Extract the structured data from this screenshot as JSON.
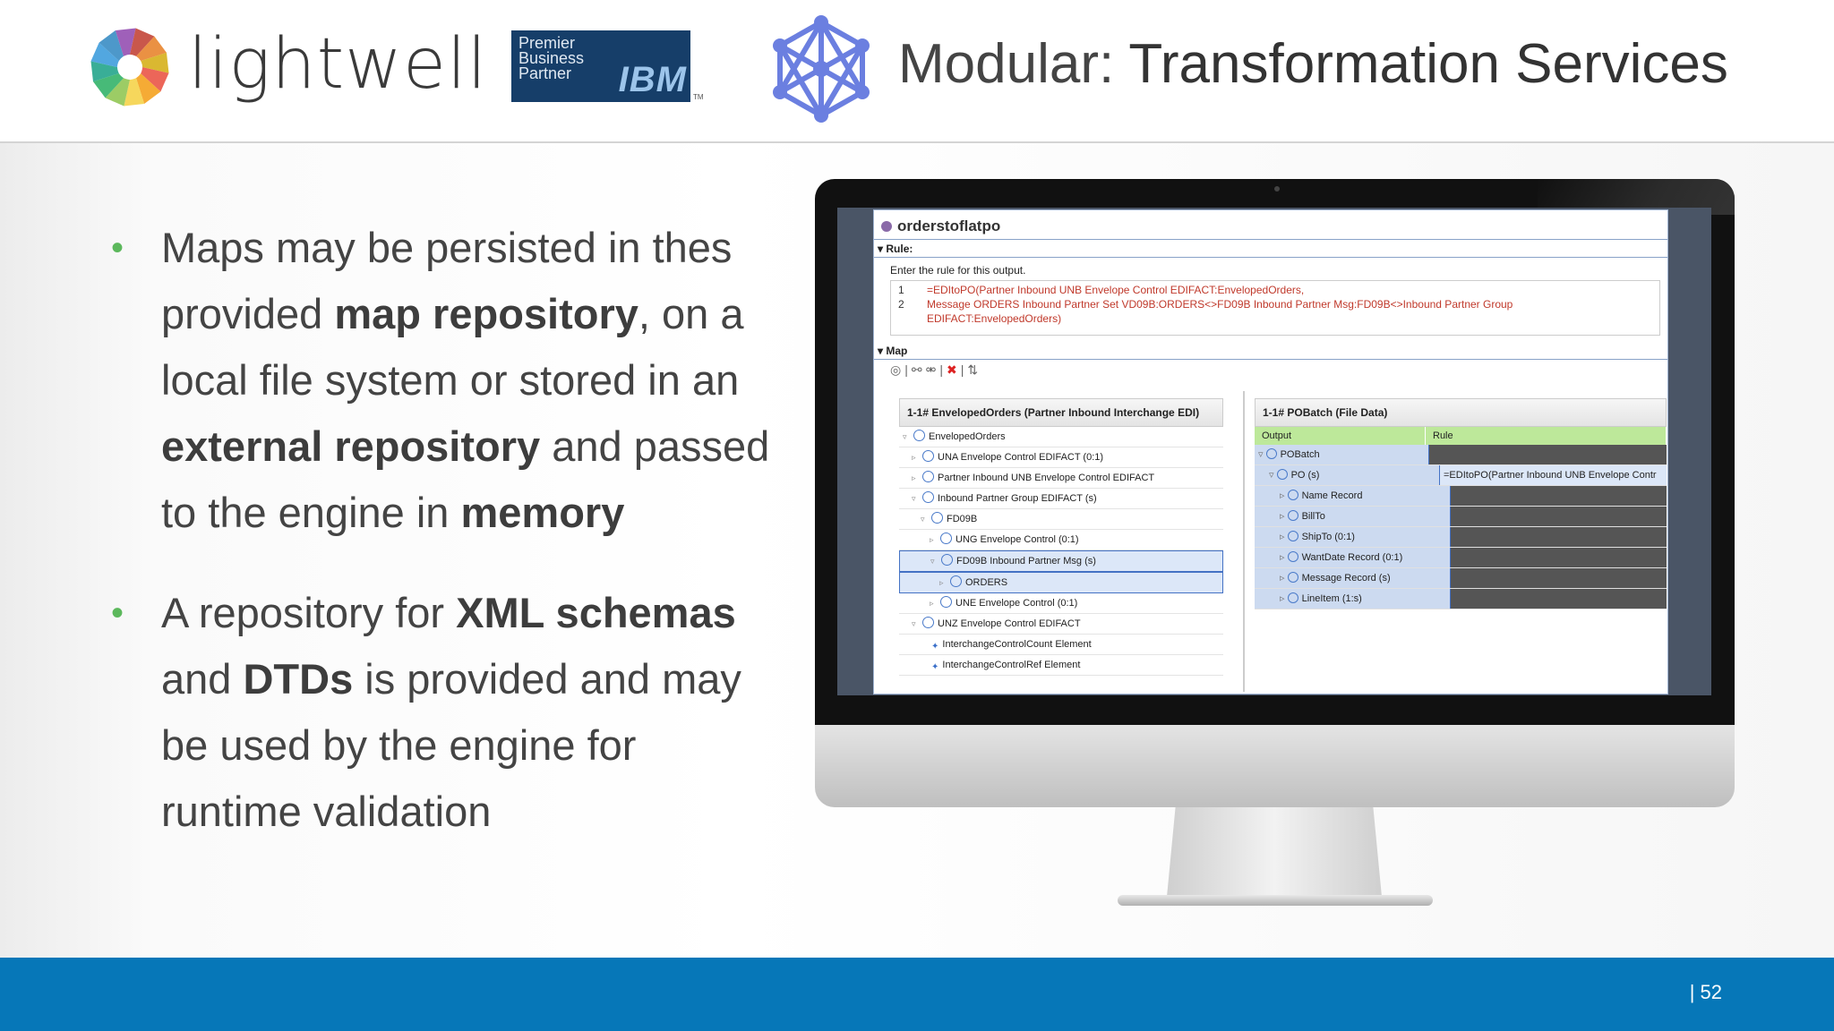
{
  "header": {
    "brand": "lightwell",
    "partner_badge": {
      "lines": [
        "Premier",
        "Business",
        "Partner"
      ],
      "logo": "IBM",
      "tm": "TM"
    },
    "title_prefix": "Modular: ",
    "title_main": "Transformation Services"
  },
  "bullets": {
    "first": [
      {
        "text": "Maps may be persisted in thes provided ",
        "bold": false
      },
      {
        "text": "map repository",
        "bold": true
      },
      {
        "text": ", on a local file system or stored in an ",
        "bold": false
      },
      {
        "text": "external repository",
        "bold": true
      },
      {
        "text": " and passed to the engine in ",
        "bold": false
      },
      {
        "text": "memory",
        "bold": true
      }
    ],
    "second": [
      {
        "text": "A repository for ",
        "bold": false
      },
      {
        "text": "XML schemas",
        "bold": true
      },
      {
        "text": " and ",
        "bold": false
      },
      {
        "text": "DTDs",
        "bold": true
      },
      {
        "text": " is provided and may be used by the engine for runtime validation",
        "bold": false
      }
    ]
  },
  "screen": {
    "editor_title": "orderstoflatpo",
    "rule_section": "Rule:",
    "rule_hint": "Enter the rule for this output.",
    "rule_lines": [
      {
        "num": "1",
        "text": "=EDItoPO(Partner Inbound UNB Envelope Control EDIFACT:EnvelopedOrders,"
      },
      {
        "num": "2",
        "text": "  Message ORDERS Inbound Partner Set VD09B:ORDERS<>FD09B Inbound Partner Msg:FD09B<>Inbound Partner Group"
      },
      {
        "num": "",
        "text": "EDIFACT:EnvelopedOrders)"
      }
    ],
    "map_section": "Map",
    "input_tree": {
      "header": "1-1# EnvelopedOrders (Partner Inbound Interchange EDI)",
      "rows": [
        {
          "label": "EnvelopedOrders",
          "expanded": true
        },
        {
          "label": "UNA Envelope Control EDIFACT (0:1)",
          "expanded": false
        },
        {
          "label": "Partner Inbound UNB Envelope Control EDIFACT",
          "expanded": false
        },
        {
          "label": "Inbound Partner Group EDIFACT (s)",
          "expanded": true
        },
        {
          "label": "FD09B",
          "expanded": true
        },
        {
          "label": "UNG Envelope Control (0:1)",
          "expanded": false
        },
        {
          "label": "FD09B Inbound Partner Msg (s)",
          "expanded": true
        },
        {
          "label": "ORDERS",
          "expanded": false
        },
        {
          "label": "UNE Envelope Control (0:1)",
          "expanded": false
        },
        {
          "label": "UNZ Envelope Control EDIFACT",
          "expanded": true
        },
        {
          "label": "InterchangeControlCount Element",
          "expanded": false
        },
        {
          "label": "InterchangeControlRef Element",
          "expanded": false
        }
      ]
    },
    "output_tree": {
      "header": "1-1# POBatch (File Data)",
      "col_output": "Output",
      "col_rule": "Rule",
      "rows": [
        {
          "label": "POBatch",
          "rule": ""
        },
        {
          "label": "PO (s)",
          "rule": "=EDItoPO(Partner Inbound UNB Envelope Contr"
        },
        {
          "label": "Name Record",
          "rule": ""
        },
        {
          "label": "BillTo",
          "rule": ""
        },
        {
          "label": "ShipTo (0:1)",
          "rule": ""
        },
        {
          "label": "WantDate Record (0:1)",
          "rule": ""
        },
        {
          "label": "Message Record (s)",
          "rule": ""
        },
        {
          "label": "LineItem (1:s)",
          "rule": ""
        }
      ]
    }
  },
  "footer": {
    "page": "| 52"
  },
  "colors": {
    "footer": "#0677b8",
    "bullet": "#5cb85c",
    "network_icon": "#6b7fe0"
  }
}
